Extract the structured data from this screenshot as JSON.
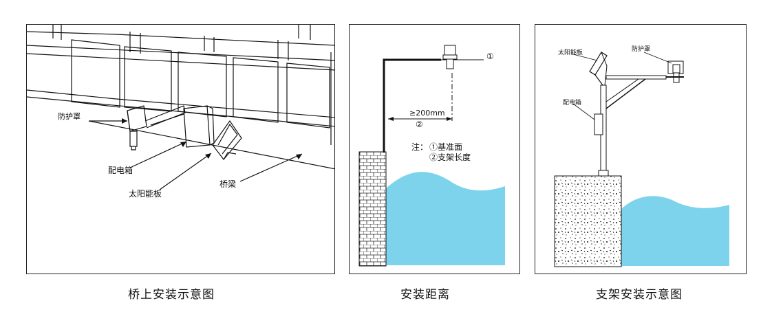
{
  "panels": [
    {
      "caption": "桥上安装示意图",
      "labels": {
        "cover": "防护罩",
        "box": "配电箱",
        "solar": "太阳能板",
        "beam": "桥梁"
      }
    },
    {
      "caption": "安装距离",
      "labels": {
        "marker1": "①",
        "distance": "≥200mm",
        "marker2": "②",
        "note_prefix": "注：",
        "note1": "①基准面",
        "note2": "②支架长度"
      }
    },
    {
      "caption": "支架安装示意图",
      "labels": {
        "solar": "太阳能板",
        "cover": "防护罩",
        "box": "配电箱"
      }
    }
  ],
  "colors": {
    "water": "#7dd3ec",
    "line": "#111111"
  }
}
